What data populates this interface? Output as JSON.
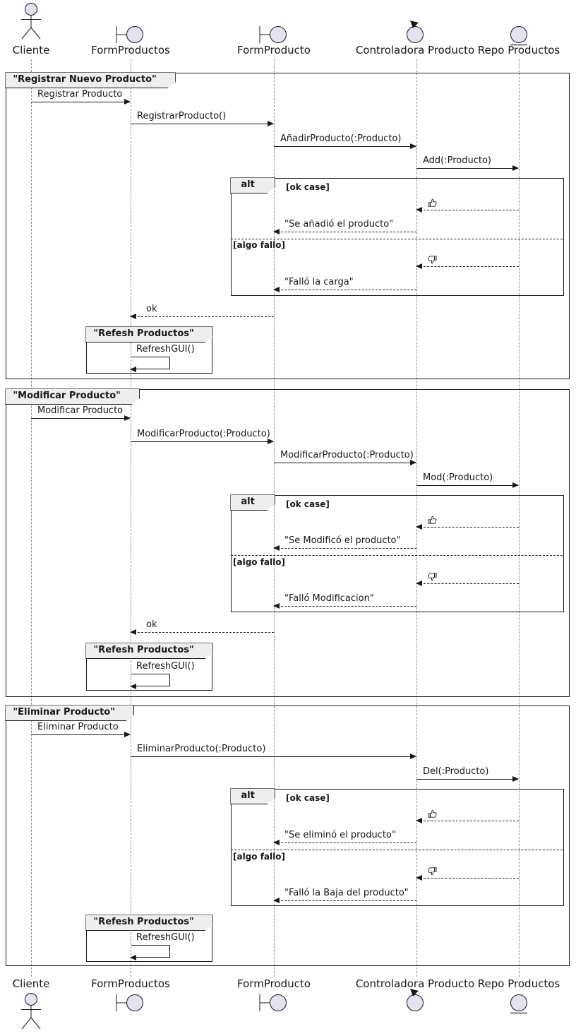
{
  "diagram": {
    "type": "uml-sequence-diagram",
    "colors": {
      "participant_fill": "#E2E2F0",
      "frame_tab_fill": "#EEEEEE",
      "line": "#1A1A1A",
      "lifeline": "#8A8A8A"
    },
    "participants": [
      {
        "label": "Cliente",
        "type": "actor"
      },
      {
        "label": "FormProductos",
        "type": "boundary"
      },
      {
        "label": "FormProducto",
        "type": "boundary"
      },
      {
        "label": "Controladora Producto",
        "type": "control"
      },
      {
        "label": "Repo Productos",
        "type": "entity"
      }
    ],
    "frames": [
      {
        "title": "\"Registrar Nuevo Producto\"",
        "messages": [
          "Registrar Producto",
          "RegistrarProducto()",
          "AñadirProducto(:Producto)",
          "Add(:Producto)"
        ],
        "alt": {
          "keyword": "alt",
          "ok_guard": "[ok case]",
          "ok_reply": "\"Se añadió el producto\"",
          "fail_guard": "[algo fallo]",
          "fail_reply": "\"Falló la carga\""
        },
        "return_msg": "ok",
        "sub_frame": {
          "title": "\"Refesh Productos\"",
          "message": "RefreshGUI()"
        }
      },
      {
        "title": "\"Modificar Producto\"",
        "messages": [
          "Modificar Producto",
          "ModificarProducto(:Producto)",
          "ModificarProducto(:Producto)",
          "Mod(:Producto)"
        ],
        "alt": {
          "keyword": "alt",
          "ok_guard": "[ok case]",
          "ok_reply": "\"Se Modificó el producto\"",
          "fail_guard": "[algo fallo]",
          "fail_reply": "\"Falló Modificacion\""
        },
        "return_msg": "ok",
        "sub_frame": {
          "title": "\"Refesh Productos\"",
          "message": "RefreshGUI()"
        }
      },
      {
        "title": "\"Eliminar Producto\"",
        "messages": [
          "Eliminar Producto",
          "EliminarProducto(:Producto)",
          "Del(:Producto)"
        ],
        "alt": {
          "keyword": "alt",
          "ok_guard": "[ok case]",
          "ok_reply": "\"Se eliminó el producto\"",
          "fail_guard": "[algo fallo]",
          "fail_reply": "\"Falló la Baja del producto\""
        },
        "sub_frame": {
          "title": "\"Refesh Productos\"",
          "message": "RefreshGUI()"
        }
      }
    ]
  }
}
